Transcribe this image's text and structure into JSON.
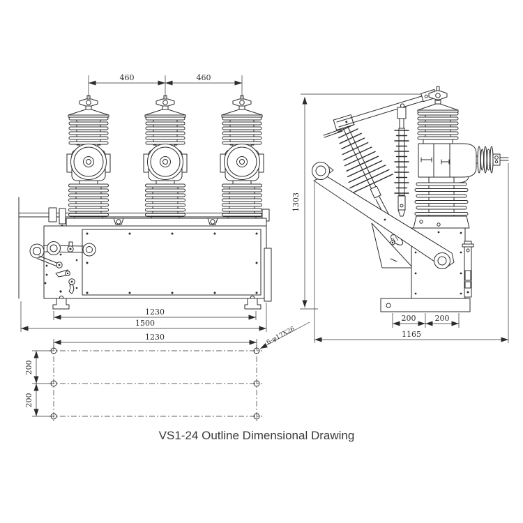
{
  "title": "VS1-24 Outline Dimensional Drawing",
  "colors": {
    "line": "#2b2b2b",
    "background": "#ffffff",
    "dim_text": "#2b2b2b"
  },
  "front_view": {
    "dims": {
      "pole_pitch_left": "460",
      "pole_pitch_right": "460",
      "foot_span": "1230",
      "overall_width": "1500"
    }
  },
  "side_view": {
    "dims": {
      "overall_height": "1303",
      "base_pitch_front": "200",
      "base_pitch_rear": "200",
      "overall_depth": "1165"
    }
  },
  "mounting_plan": {
    "dims": {
      "hole_span": "1230",
      "row_pitch_upper": "200",
      "row_pitch_lower": "200"
    },
    "hole_callout": "6-φ17X26"
  }
}
